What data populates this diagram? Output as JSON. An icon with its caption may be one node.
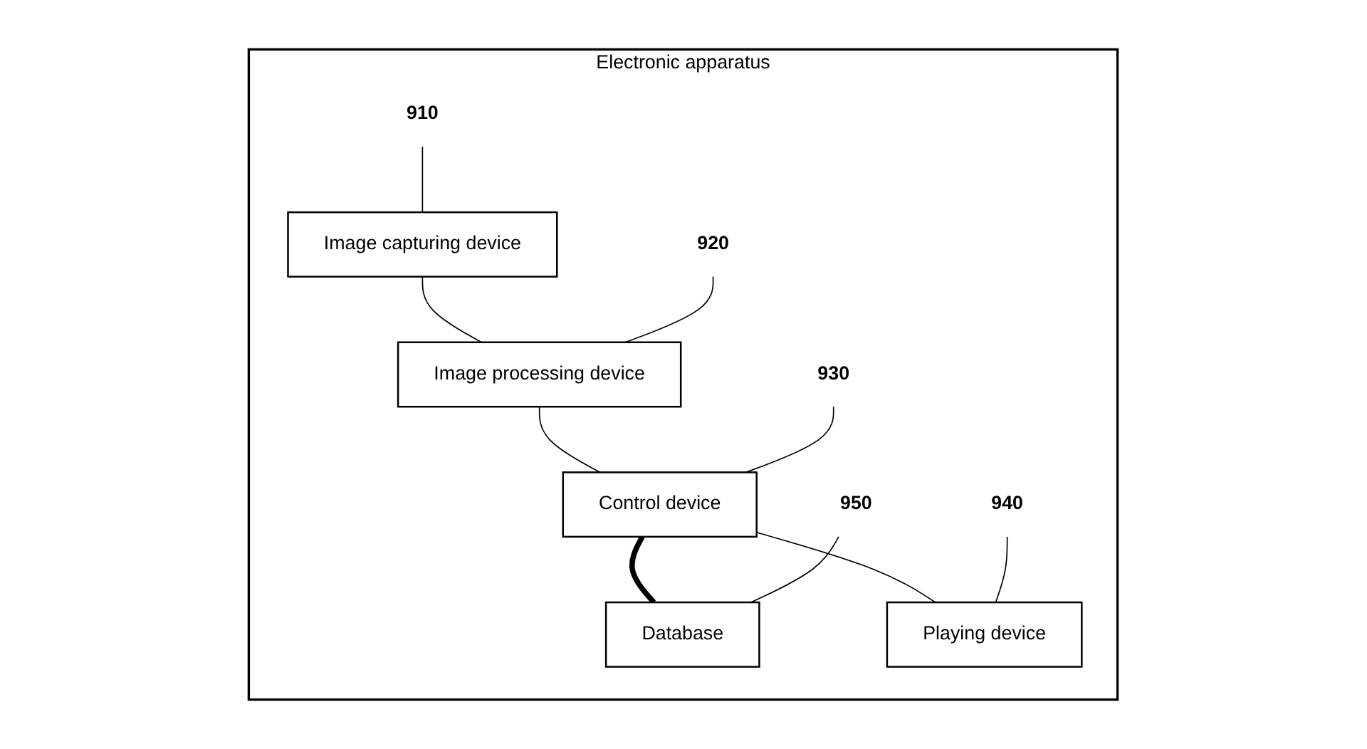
{
  "diagram": {
    "nodes": [
      {
        "text": [
          "Electronic apparatus"
        ]
      },
      {
        "text": [
          "Image capturing device"
        ],
        "in": 0
      },
      {
        "text": [
          "Image processing device"
        ],
        "in": 0
      },
      {
        "text": [
          "Control device"
        ],
        "in": 0
      },
      {
        "text": [
          "Database"
        ],
        "in": 0
      },
      {
        "text": [
          "Playing device"
        ],
        "in": 0
      },
      {
        "text": [
          "910"
        ],
        "in": 0
      },
      {
        "text": [
          "920"
        ],
        "in": 0
      },
      {
        "text": [
          "930"
        ],
        "in": 0
      },
      {
        "text": [
          "950"
        ],
        "in": 0
      },
      {
        "text": [
          "940"
        ],
        "in": 0
      }
    ],
    "edges": [
      {
        "from": 1,
        "to": 2,
        "arrow": "none"
      },
      {
        "from": 2,
        "to": 3,
        "arrow": "none"
      },
      {
        "from": 3,
        "to": 4,
        "arrow": "none",
        "style": "thick"
      },
      {
        "from": 3,
        "to": 5,
        "arrow": "none"
      },
      {
        "from": 6,
        "to": 1,
        "arrow": "none"
      },
      {
        "from": 7,
        "to": 2,
        "arrow": "none"
      },
      {
        "from": 8,
        "to": 3,
        "arrow": "none"
      },
      {
        "from": 9,
        "to": 4,
        "arrow": "none"
      },
      {
        "from": 10,
        "to": 5,
        "arrow": "none"
      }
    ]
  }
}
